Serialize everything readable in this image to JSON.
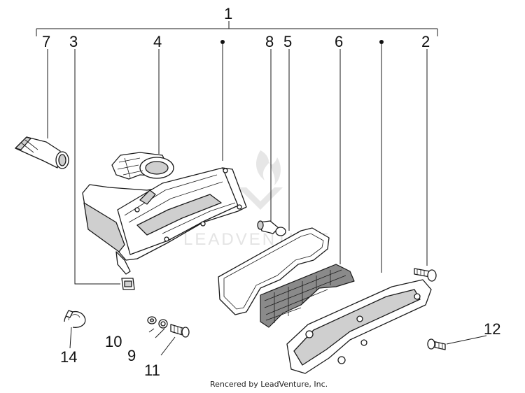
{
  "diagram": {
    "callouts": {
      "c1": "1",
      "c2": "2",
      "c3": "3",
      "c4": "4",
      "c5": "5",
      "c6": "6",
      "c7": "7",
      "c8": "8",
      "c9": "9",
      "c10": "10",
      "c11": "11",
      "c12": "12",
      "c14": "14"
    },
    "watermark": "LEADVENTURE",
    "footer": "Rencered by LeadVenture, Inc."
  }
}
